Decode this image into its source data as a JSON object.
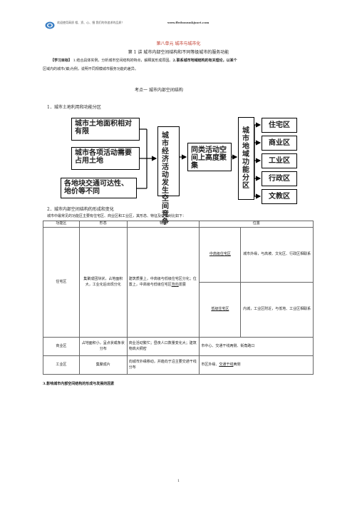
{
  "header": {
    "text": "欢迎使用高质 相、资、心、细  我们的你追求的品质！",
    "url": "www.ffedusuunkjsnet.com"
  },
  "title": "第八单元  城市与城市化",
  "subtitle": "第 1 讲   城市内部空间结构和不同等级城市的服务功能",
  "goal_label": "【学习目标】",
  "goal_1": "1.结合具体实例，分析城市空间结构的特点，解释其形成原因。",
  "goal_2": "2.联系城市地域结构的有关理论，以某个",
  "goal_3": "区域内的城市(镇)为例，说明不同规模城市服务功能的差异。",
  "point1": "考点一   城市内部空间结构",
  "sec1": "1．城市土地利用和功能分区",
  "diagram": {
    "left": [
      "城市土地面积相对有限",
      "城市各项活动需要占用土地",
      "各地块交通可达性、地价等不同"
    ],
    "mid1": "城市经济活动发生空间竞争",
    "mid2": "同类活动空间上高度聚集",
    "mid3": "城市地域功能分区",
    "right": [
      "住宅区",
      "商业区",
      "工业区",
      "行政区",
      "文教区"
    ]
  },
  "sec2": "2．城市内部空间结构的形成和变化",
  "sec2_desc": "城市中最常见的功能区主要有住宅区、商业区和工业区，其形态、特征及位置对比如下：",
  "table": {
    "headers": [
      "功能区",
      "形态",
      "特征",
      "位置"
    ],
    "residential": {
      "name": "住宅区",
      "form": "集聚成团块状，占地面积大，工业化后出现分化",
      "feature_1": "建筑质量上，中高级与低级住宅区分化；位置上，中高级与低级住宅区",
      "feature_u": "背向",
      "feature_2": "发展",
      "high_label": "中高级住宅区",
      "high_loc": "城市外缘，与高坡、文化区、行政区相联系",
      "low_label": "低级住宅区",
      "low_loc": "内城，工业区附近，与低地、工业区相联系"
    },
    "commercial": {
      "name": "商业区",
      "form": "占地面积小，呈点状或条状分布",
      "feature": "商业活动繁忙；昼夜人口数量变化大；建筑物高大稠密",
      "loc": "市中心、交通干线两侧、街角路口"
    },
    "industrial": {
      "name": "工业区",
      "form": "集聚成片",
      "feature": "向城市外缘移动，并趋向于沿主要交通干线分布",
      "loc_1": "市区外缘、",
      "loc_u": "交通干线",
      "loc_2": "两侧"
    }
  },
  "sec3": "3.影响城市内部空间结构的形成与发展的因素",
  "page_number": "1"
}
